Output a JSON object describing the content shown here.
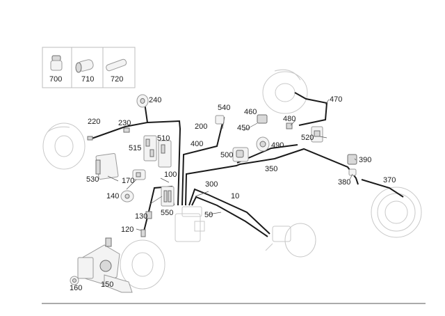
{
  "inset_labels": {
    "l700": "700",
    "l710": "710",
    "l720": "720"
  },
  "callouts": {
    "c10": "10",
    "c50": "50",
    "c100": "100",
    "c120": "120",
    "c130": "130",
    "c140": "140",
    "c150": "150",
    "c160": "160",
    "c170": "170",
    "c200": "200",
    "c220": "220",
    "c230": "230",
    "c240": "240",
    "c300": "300",
    "c350": "350",
    "c370": "370",
    "c380": "380",
    "c390": "390",
    "c400": "400",
    "c450": "450",
    "c460": "460",
    "c470": "470",
    "c480": "480",
    "c490": "490",
    "c500": "500",
    "c510": "510",
    "c515": "515",
    "c520": "520",
    "c530": "530",
    "c540": "540",
    "c550": "550"
  }
}
